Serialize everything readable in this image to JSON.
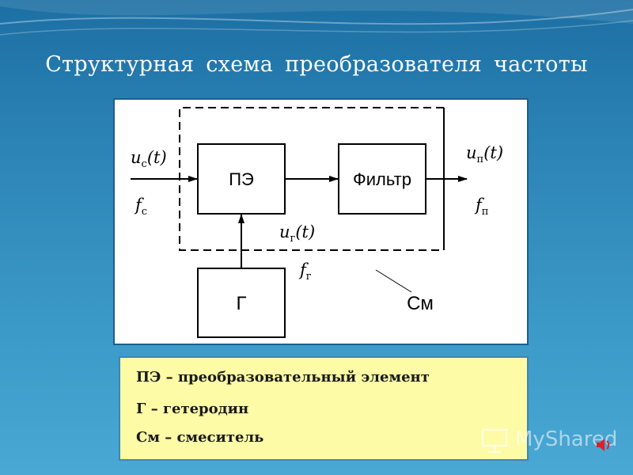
{
  "slide": {
    "title": "Структурная схема преобразователя частоты"
  },
  "diagram": {
    "blocks": {
      "converter": "ПЭ",
      "filter": "Фильтр",
      "oscillator": "Г",
      "mixer": "См"
    },
    "signals": {
      "input_voltage": {
        "sym": "u",
        "sub": "с",
        "arg": "(t)"
      },
      "input_freq": {
        "sym": "f",
        "sub": "с"
      },
      "output_voltage": {
        "sym": "u",
        "sub": "п",
        "arg": "(t)"
      },
      "output_freq": {
        "sym": "f",
        "sub": "п"
      },
      "lo_voltage": {
        "sym": "u",
        "sub": "г",
        "arg": "(t)"
      },
      "lo_freq": {
        "sym": "f",
        "sub": "г"
      }
    }
  },
  "legend": {
    "items": [
      "ПЭ –  преобразовательный  элемент",
      "Г –  гетеродин",
      "См –  смеситель"
    ]
  },
  "watermark": {
    "text": "MyShared"
  },
  "colors": {
    "background": "#2e86b8",
    "legend_bg": "#fdfba6",
    "sound_icon": "#e0202a"
  }
}
